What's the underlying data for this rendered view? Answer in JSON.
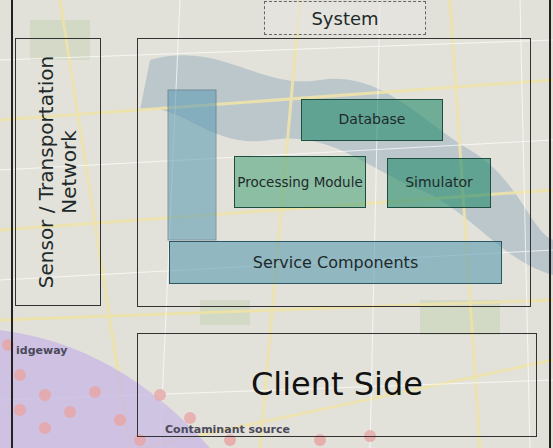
{
  "diagram": {
    "nodes": [
      {
        "text": [
          "Sensor / Transportation Network"
        ]
      },
      {
        "text": [
          "System"
        ]
      },
      {
        "text": [
          "Database"
        ],
        "in": 1
      },
      {
        "text": [
          "Processing Module"
        ],
        "in": 1
      },
      {
        "text": [
          "Simulator"
        ],
        "in": 1
      },
      {
        "text": [
          "Service Components"
        ],
        "in": 1
      },
      {
        "text": [
          "Client Side"
        ]
      }
    ],
    "labels": [
      "idgeway",
      "Contaminant source"
    ]
  }
}
